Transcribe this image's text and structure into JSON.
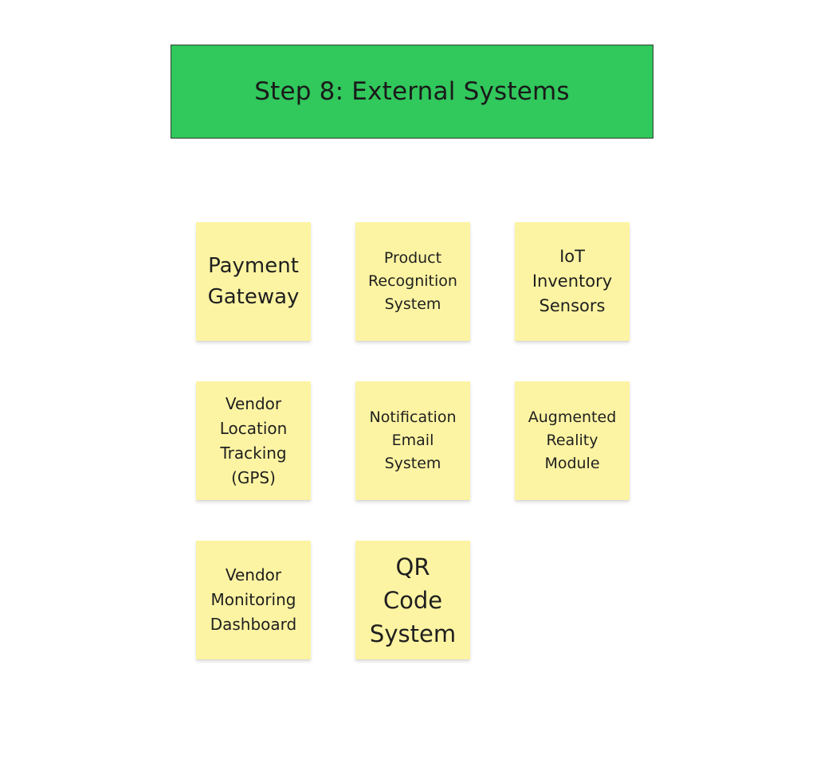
{
  "header": {
    "title": "Step 8: External Systems"
  },
  "notes": [
    {
      "label": "Payment\nGateway"
    },
    {
      "label": "Product\nRecognition\nSystem"
    },
    {
      "label": "IoT\nInventory\nSensors"
    },
    {
      "label": "Vendor\nLocation\nTracking\n(GPS)"
    },
    {
      "label": "Notification\nEmail\nSystem"
    },
    {
      "label": "Augmented\nReality\nModule"
    },
    {
      "label": "Vendor\nMonitoring\nDashboard"
    },
    {
      "label": "QR\nCode\nSystem"
    }
  ],
  "colors": {
    "header_fill": "#31c85c",
    "note_fill": "#fdf4a3",
    "background": "#ffffff"
  }
}
